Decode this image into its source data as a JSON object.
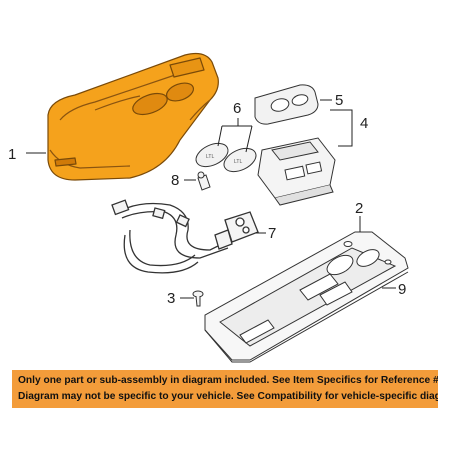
{
  "callouts": {
    "c1": "1",
    "c2": "2",
    "c3": "3",
    "c4": "4",
    "c5": "5",
    "c6": "6",
    "c7": "7",
    "c8": "8",
    "c9": "9"
  },
  "notice": {
    "line1": "Only one part or sub-assembly in diagram included. See Item Specifics for Reference #.",
    "line2": "Diagram may not be specific to your vehicle. See Compatibility for vehicle-specific diagrams."
  },
  "colors": {
    "highlight_part": "#f5a21c",
    "notice_background": "#f39c3a",
    "line_art": "#333333"
  }
}
